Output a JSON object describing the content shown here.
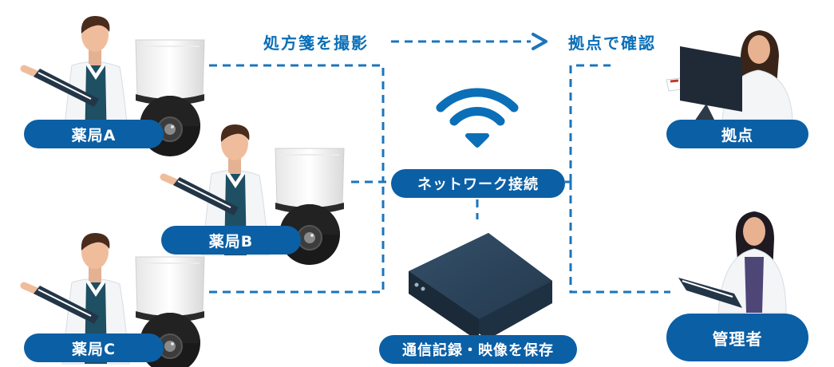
{
  "flow": {
    "capture_text": "処方箋を撮影",
    "confirm_text": "拠点で確認"
  },
  "labels": {
    "pharmacy_a": "薬局A",
    "pharmacy_b": "薬局B",
    "pharmacy_c": "薬局C",
    "base": "拠点",
    "network": "ネットワーク接続",
    "recorder": "通信記録・映像を保存",
    "admin": "管理者"
  },
  "icons": [
    "pharmacist-icon",
    "dome-camera-icon",
    "wifi-icon",
    "recorder-device-icon",
    "monitor-operator-icon",
    "manager-icon"
  ],
  "colors": {
    "accent": "#0b5fa5",
    "line": "#1b75bc",
    "device": "#2b4256"
  }
}
